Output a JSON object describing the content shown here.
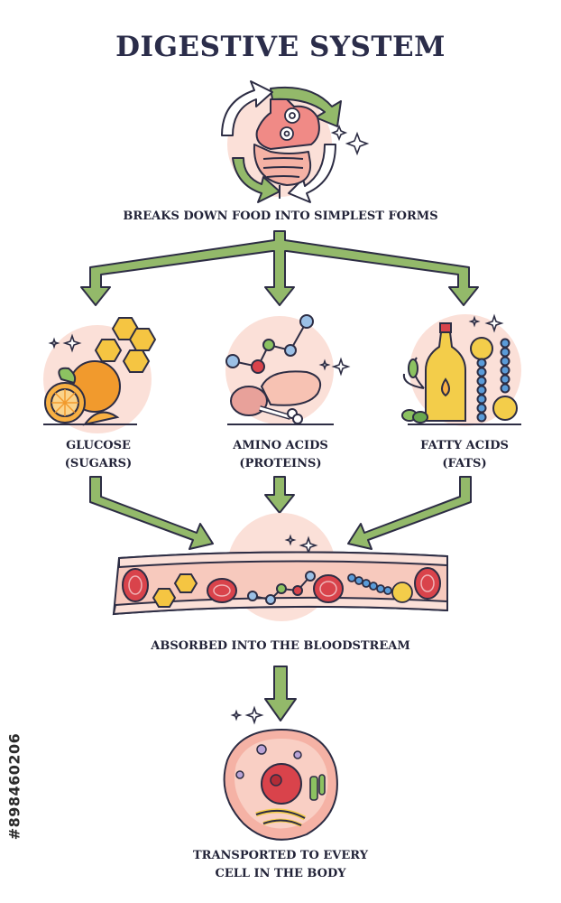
{
  "title": "DIGESTIVE SYSTEM",
  "steps": {
    "breakdown": "BREAKS DOWN FOOD INTO SIMPLEST FORMS",
    "glucose": {
      "line1": "GLUCOSE",
      "line2": "(SUGARS)"
    },
    "amino": {
      "line1": "AMINO ACIDS",
      "line2": "(PROTEINS)"
    },
    "fatty": {
      "line1": "FATTY ACIDS",
      "line2": "(FATS)"
    },
    "absorbed": "ABSORBED INTO THE BLOODSTREAM",
    "transported": {
      "line1": "TRANSPORTED TO EVERY",
      "line2": "CELL IN THE BODY"
    }
  },
  "stock_id": "#898460206",
  "colors": {
    "arrow": "#93b96a",
    "circle_bg": "#fbe0d8",
    "outline": "#2d2d44",
    "blood_vessel": "#f7c9bd",
    "red_cell": "#d9434b",
    "glucose": "#f5c542",
    "orange": "#f19a2d",
    "chain_blue": "#5a9bd8",
    "oil": "#f3cd4a"
  },
  "icons": [
    "cycle-arrows-icon",
    "stomach-icon",
    "gears-icon",
    "honeycomb-icon",
    "orange-fruit-icon",
    "molecule-icon",
    "meat-icon",
    "oil-bottle-icon",
    "olive-icon",
    "fatty-chain-icon",
    "blood-vessel-icon",
    "red-blood-cell-icon",
    "body-cell-icon",
    "sparkle-icon"
  ]
}
